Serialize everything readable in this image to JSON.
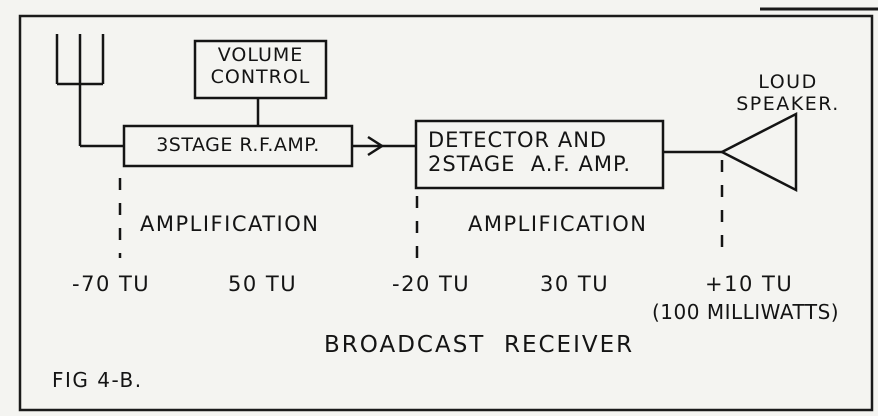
{
  "blocks": {
    "volume_control": [
      "VOLUME",
      "CONTROL"
    ],
    "rf_amp": "3STAGE R.F.AMP.",
    "detector": [
      "DETECTOR AND",
      "2STAGE  A.F. AMP."
    ]
  },
  "speaker_label": [
    "LOUD",
    "SPEAKER."
  ],
  "stage_labels": {
    "rf": "AMPLIFICATION",
    "af": "AMPLIFICATION"
  },
  "levels": {
    "input": "-70 TU",
    "rf_gain": "50 TU",
    "detector_in": "-20 TU",
    "af_gain": "30 TU",
    "output": "+10 TU",
    "output_note": "(100 MILLIWATTS)"
  },
  "caption": "BROADCAST  RECEIVER",
  "figure_label": "FIG 4-B."
}
